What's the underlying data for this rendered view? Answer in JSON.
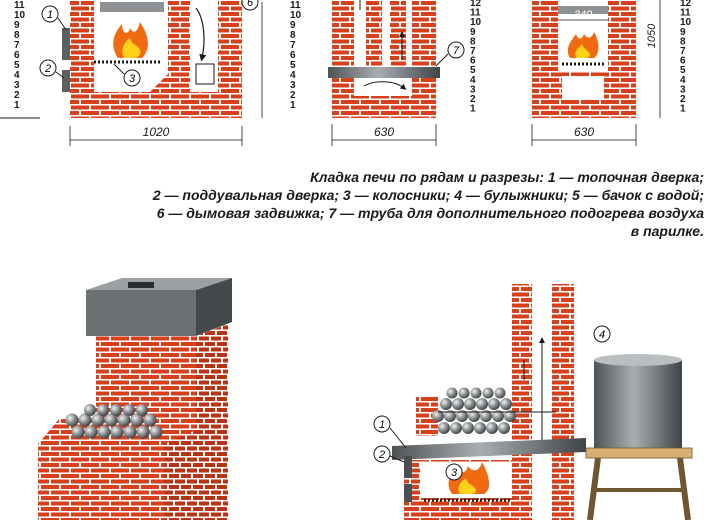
{
  "colors": {
    "brick": "#d8401c",
    "mortar": "#ffffff",
    "metal": "#7a7f82",
    "metal_dark": "#4a4f52",
    "flame": "#f06a12",
    "flame_core": "#ffd21a",
    "stone": "#8e9294",
    "wood": "#d9b072",
    "ink": "#1a1a1a"
  },
  "top_diagrams": {
    "left_scale": [
      "11",
      "10",
      "9",
      "8",
      "7",
      "6",
      "5",
      "4",
      "3",
      "2",
      "1"
    ],
    "mid_scale": [
      "11",
      "10",
      "9",
      "8",
      "7",
      "6",
      "5",
      "4",
      "3",
      "2",
      "1"
    ],
    "right_scale": [
      "12",
      "11",
      "10",
      "9",
      "8",
      "7",
      "6",
      "5",
      "4",
      "3",
      "2",
      "1"
    ],
    "far_right_scale": [
      "12",
      "11",
      "10",
      "9",
      "8",
      "7",
      "6",
      "5",
      "4",
      "3",
      "2",
      "1"
    ],
    "marker_1": "1",
    "marker_2": "2",
    "marker_3": "3",
    "marker_6": "6",
    "marker_7": "7",
    "dim_1020": "1020",
    "dim_630_mid": "630",
    "dim_630_right": "630",
    "dim_340": "340",
    "dim_1050": "1050"
  },
  "caption": {
    "line1": "Кладка печи по рядам и разрезы: 1 — топочная дверка;",
    "line2": "2 — поддувальная дверка; 3 — колосники; 4 — булыжники; 5 — бачок с водой;",
    "line3": "6 — дымовая задвижка; 7 — труба для дополнительного подогрева воздуха",
    "line4": "в парилке."
  },
  "bottom_diagram": {
    "marker_1": "1",
    "marker_2": "2",
    "marker_3": "3",
    "marker_4": "4"
  }
}
